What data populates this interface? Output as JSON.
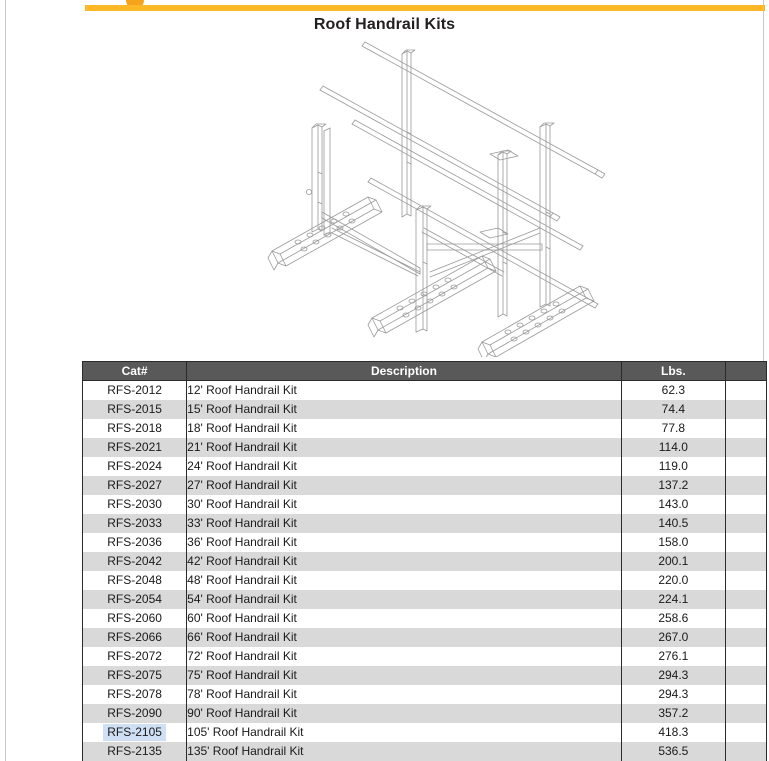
{
  "document": {
    "title": "Roof Handrail Kits",
    "brand_accent_color": "#fdb827",
    "logo_icon": "orange-circle-logo"
  },
  "illustration": {
    "name": "roof-handrail-isometric-drawing",
    "description": "Isometric line drawing of a roof handrail kit assembly with vertical posts, horizontal top rails, mid rails, diagonal braces and perforated base channel rails"
  },
  "table": {
    "columns": [
      {
        "key": "cat",
        "label": "Cat#"
      },
      {
        "key": "description",
        "label": "Description"
      },
      {
        "key": "lbs",
        "label": "Lbs."
      },
      {
        "key": "extra",
        "label": ""
      }
    ],
    "selected_cell": "RFS-2105",
    "selection_color": "#cfe0f5",
    "header_background": "#595959",
    "stripe_color": "#d9d9d9",
    "rows": [
      {
        "cat": "RFS-2012",
        "description": "12' Roof Handrail Kit",
        "lbs": "62.3",
        "extra": ""
      },
      {
        "cat": "RFS-2015",
        "description": "15' Roof Handrail Kit",
        "lbs": "74.4",
        "extra": ""
      },
      {
        "cat": "RFS-2018",
        "description": "18' Roof Handrail Kit",
        "lbs": "77.8",
        "extra": ""
      },
      {
        "cat": "RFS-2021",
        "description": "21' Roof Handrail Kit",
        "lbs": "114.0",
        "extra": ""
      },
      {
        "cat": "RFS-2024",
        "description": "24' Roof Handrail Kit",
        "lbs": "119.0",
        "extra": ""
      },
      {
        "cat": "RFS-2027",
        "description": "27' Roof Handrail Kit",
        "lbs": "137.2",
        "extra": ""
      },
      {
        "cat": "RFS-2030",
        "description": "30' Roof Handrail Kit",
        "lbs": "143.0",
        "extra": ""
      },
      {
        "cat": "RFS-2033",
        "description": "33' Roof Handrail Kit",
        "lbs": "140.5",
        "extra": ""
      },
      {
        "cat": "RFS-2036",
        "description": "36' Roof Handrail Kit",
        "lbs": "158.0",
        "extra": ""
      },
      {
        "cat": "RFS-2042",
        "description": "42' Roof Handrail Kit",
        "lbs": "200.1",
        "extra": ""
      },
      {
        "cat": "RFS-2048",
        "description": "48' Roof Handrail Kit",
        "lbs": "220.0",
        "extra": ""
      },
      {
        "cat": "RFS-2054",
        "description": "54' Roof Handrail Kit",
        "lbs": "224.1",
        "extra": ""
      },
      {
        "cat": "RFS-2060",
        "description": "60' Roof Handrail Kit",
        "lbs": "258.6",
        "extra": ""
      },
      {
        "cat": "RFS-2066",
        "description": "66' Roof Handrail Kit",
        "lbs": "267.0",
        "extra": ""
      },
      {
        "cat": "RFS-2072",
        "description": "72' Roof Handrail Kit",
        "lbs": "276.1",
        "extra": ""
      },
      {
        "cat": "RFS-2075",
        "description": "75' Roof Handrail Kit",
        "lbs": "294.3",
        "extra": ""
      },
      {
        "cat": "RFS-2078",
        "description": "78' Roof Handrail Kit",
        "lbs": "294.3",
        "extra": ""
      },
      {
        "cat": "RFS-2090",
        "description": "90' Roof Handrail Kit",
        "lbs": "357.2",
        "extra": ""
      },
      {
        "cat": "RFS-2105",
        "description": "105' Roof Handrail Kit",
        "lbs": "418.3",
        "extra": ""
      },
      {
        "cat": "RFS-2135",
        "description": "135' Roof Handrail Kit",
        "lbs": "536.5",
        "extra": ""
      }
    ]
  }
}
